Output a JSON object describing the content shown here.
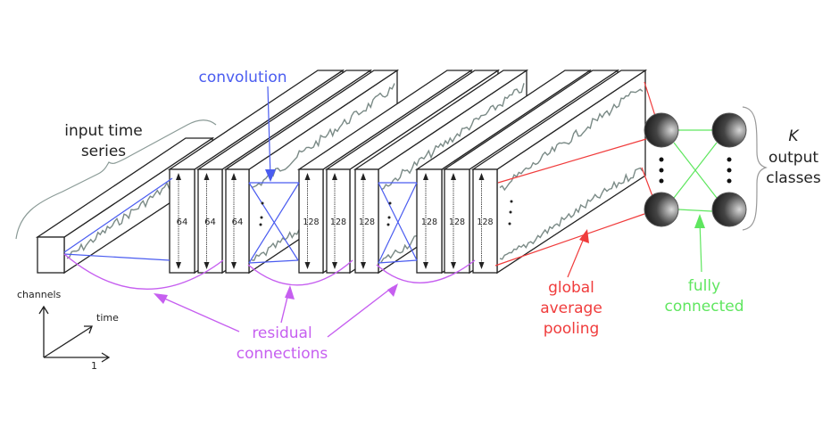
{
  "colors": {
    "outline": "#222222",
    "series": "#7a8a86",
    "conv": "#4a5cf0",
    "residual": "#c65ff0",
    "gap": "#f03c3c",
    "fc": "#5fe65f",
    "node": "#333333"
  },
  "labels": {
    "input_line1": "input time",
    "input_line2": "series",
    "convolution": "convolution",
    "residual_line1": "residual",
    "residual_line2": "connections",
    "gap_line1": "global",
    "gap_line2": "average",
    "gap_line3": "pooling",
    "fc_line1": "fully",
    "fc_line2": "connected",
    "k": "K",
    "out_line1": "output",
    "out_line2": "classes",
    "axis_channels": "channels",
    "axis_time": "time",
    "axis_one": "1"
  },
  "blocks": [
    {
      "filters": "64"
    },
    {
      "filters": "64"
    },
    {
      "filters": "64"
    },
    {
      "filters": "128"
    },
    {
      "filters": "128"
    },
    {
      "filters": "128"
    },
    {
      "filters": "128"
    },
    {
      "filters": "128"
    },
    {
      "filters": "128"
    }
  ]
}
